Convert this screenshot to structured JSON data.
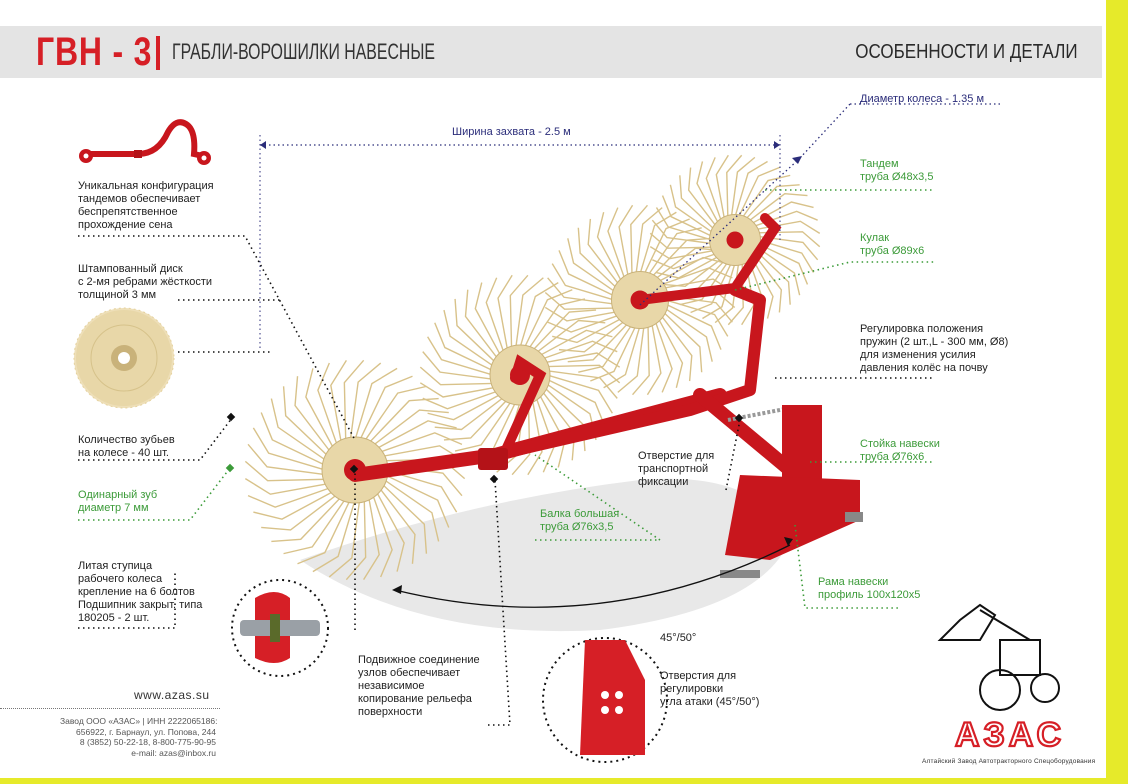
{
  "header": {
    "model": "ГВН - 3",
    "subtitle": "ГРАБЛИ-ВОРОШИЛКИ НАВЕСНЫЕ",
    "section": "ОСОБЕННОСТИ И ДЕТАЛИ"
  },
  "labels": {
    "wheel_diameter": "Диаметр колеса - 1.35 м",
    "working_width": "Ширина захвата -  2.5 м",
    "tandem": [
      "Тандем",
      "труба Ø48х3,5"
    ],
    "fist": [
      "Кулак",
      "труба Ø89х6"
    ],
    "spring_adjust": [
      "Регулировка положения",
      "пружин (2 шт.,L - 300 мм, Ø8)",
      "для изменения усилия",
      "давления колёс на почву"
    ],
    "hitch_post": [
      "Стойка навески",
      "труба Ø76х6"
    ],
    "transport_hole": [
      "Отверстие для",
      "транспортной",
      "фиксации"
    ],
    "main_beam": [
      "Балка большая",
      "труба Ø76х3,5"
    ],
    "hitch_frame": [
      "Рама навески",
      "профиль 100х120х5"
    ],
    "attack_angle": "45°/50°",
    "angle_holes": [
      "Отверстия для",
      "регулировки",
      "угла атаки (45°/50°)"
    ],
    "movable_joint": [
      "Подвижное соединение",
      "узлов обеспечивает",
      "независимое",
      "копирование рельефа",
      "поверхности"
    ],
    "tandem_config": [
      "Уникальная конфигурация",
      "тандемов обеспечивает",
      "беспрепятственное",
      "прохождение сена"
    ],
    "stamped_disc": [
      "Штампованный диск",
      "с 2-мя ребрами жёсткости",
      "толщиной 3 мм"
    ],
    "tooth_count": [
      "Количество зубьев",
      "на колесе - 40 шт."
    ],
    "single_tooth": [
      "Одинарный зуб",
      "диаметр 7 мм"
    ],
    "hub": [
      "Литая ступица",
      "рабочего колеса",
      "крепление на 6 болтов",
      "Подшипник закрыт. типа",
      "180205 - 2 шт."
    ]
  },
  "footer": {
    "website": "www.azas.su",
    "contacts": [
      "Завод ООО «АЗАС» | ИНН 2222065186:",
      "656922, г. Барнаул, ул. Попова, 244",
      "8 (3852) 50-22-18, 8-800-775-90-95",
      "e-mail: azas@inbox.ru"
    ],
    "brand": "АЗАС",
    "brand_sub": "Алтайский Завод Автотракторного Спецоборудования"
  },
  "colors": {
    "accent_red": "#d61f26",
    "frame_yellow": "#e6ea2a",
    "header_gray": "#e4e4e4",
    "green_label": "#3c9b39",
    "navy_label": "#2b2d7a",
    "tine_color": "#d8c28a"
  },
  "icons": [
    "tandem-tube-icon",
    "stamped-disc-icon",
    "hub-cutaway-icon",
    "angle-plate-icon",
    "tractor-loader-icon",
    "azas-logo"
  ]
}
